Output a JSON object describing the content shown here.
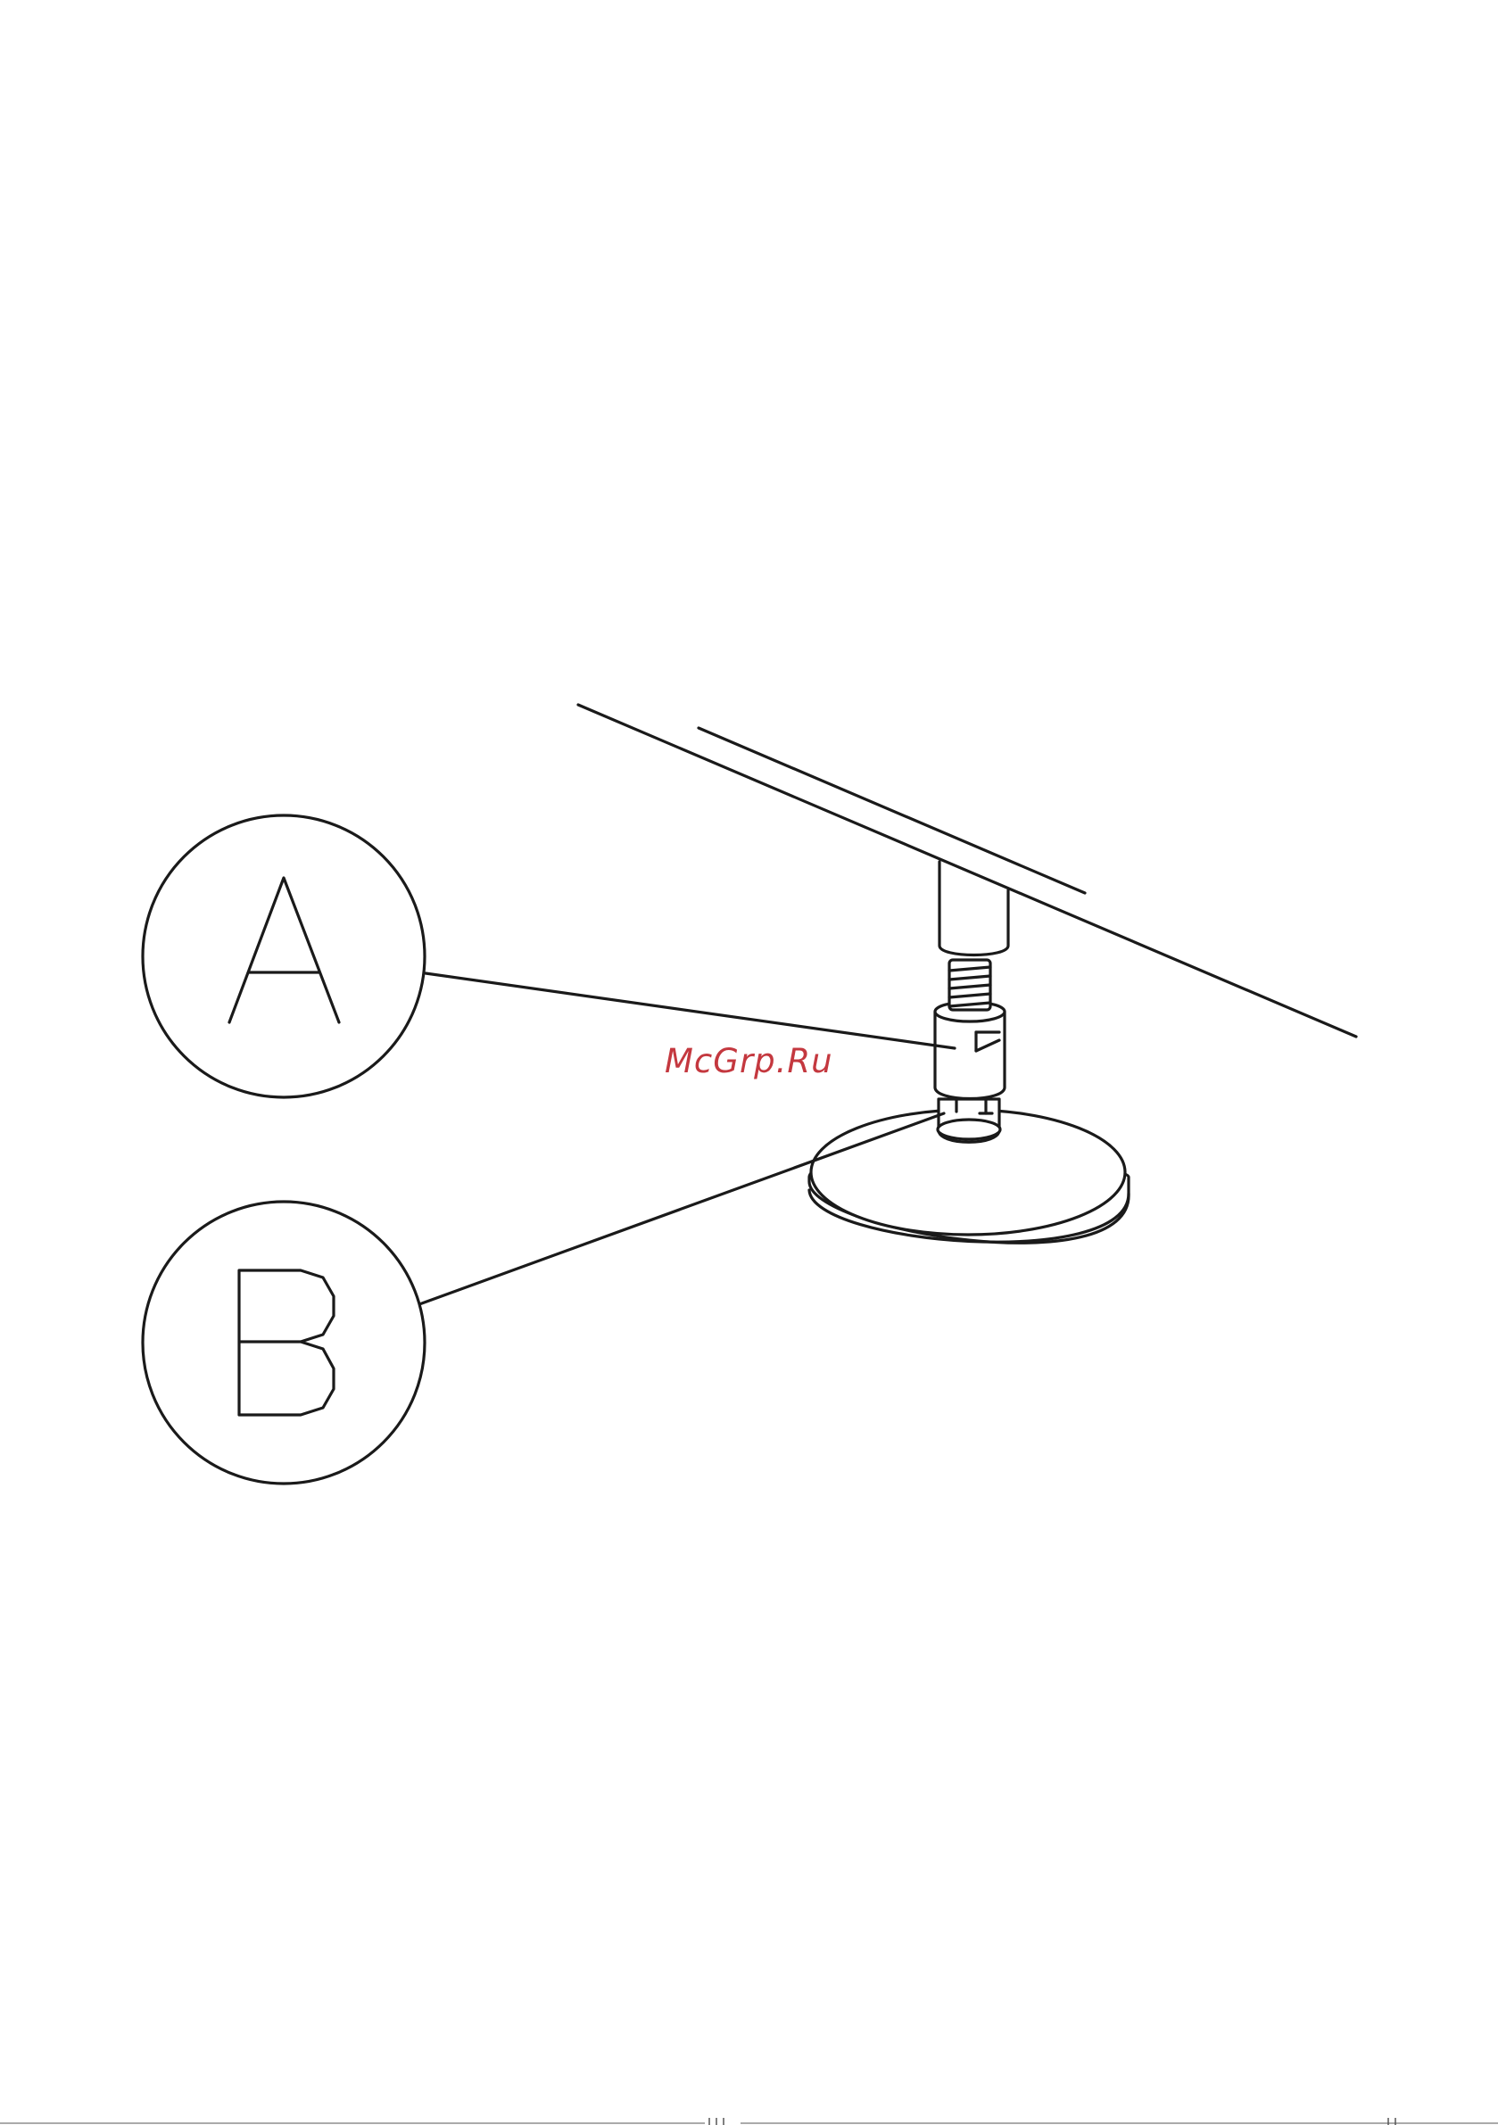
{
  "callouts": [
    {
      "id": "A",
      "label": "A"
    },
    {
      "id": "B",
      "label": "B"
    }
  ],
  "watermark": {
    "text": "McGrp.Ru",
    "color": "#c0282f"
  },
  "colors": {
    "line": "#1a1a1a",
    "background": "#ffffff"
  }
}
